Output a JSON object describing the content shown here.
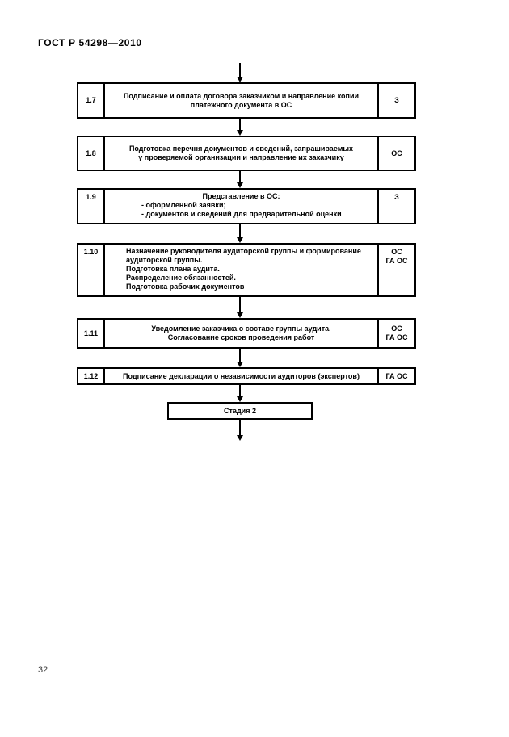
{
  "colors": {
    "ink": "#000000",
    "paper": "#ffffff"
  },
  "document": {
    "header": "ГОСТ Р 54298—2010",
    "page_number": "32"
  },
  "flowchart": {
    "steps": [
      {
        "id": "1.7",
        "lines": [
          "Подписание и оплата договора заказчиком и направление копии",
          "платежного документа в ОС"
        ],
        "actors": [
          "З"
        ]
      },
      {
        "id": "1.8",
        "lines": [
          "Подготовка перечня документов и сведений, запрашиваемых",
          "у проверяемой организации и направление их заказчику"
        ],
        "actors": [
          "ОС"
        ]
      },
      {
        "id": "1.9",
        "lines": [
          "Представление в ОС:",
          "- оформленной заявки;",
          "- документов и сведений для предварительной оценки"
        ],
        "actors": [
          "З"
        ]
      },
      {
        "id": "1.10",
        "lines": [
          "Назначение руководителя аудиторской группы и формирование",
          "аудиторской группы.",
          "Подготовка плана аудита.",
          "Распределение обязанностей.",
          "Подготовка рабочих документов"
        ],
        "actors": [
          "ОС",
          "ГА ОС"
        ]
      },
      {
        "id": "1.11",
        "lines": [
          "Уведомление заказчика о составе группы аудита.",
          "Согласование сроков проведения работ"
        ],
        "actors": [
          "ОС",
          "ГА ОС"
        ]
      },
      {
        "id": "1.12",
        "lines": [
          "Подписание декларации о независимости аудиторов (экспертов)"
        ],
        "actors": [
          "ГА ОС"
        ]
      }
    ],
    "terminal": {
      "label": "Стадия 2"
    }
  }
}
